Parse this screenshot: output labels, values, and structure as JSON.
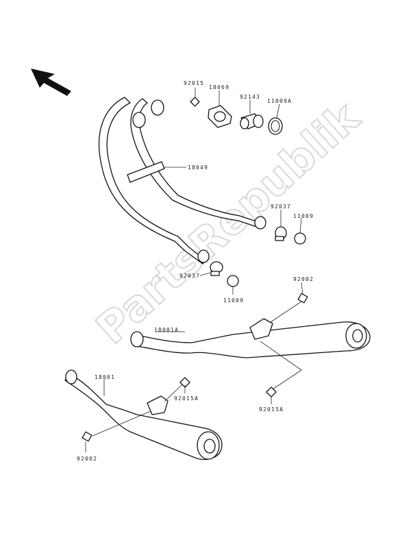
{
  "watermark": "PartsRepublik",
  "labels": {
    "p92015": "92015",
    "p18069": "18069",
    "p92143": "92143",
    "p11009a": "11009A",
    "p18049": "18049",
    "p92037_upper": "92037",
    "p11009_upper": "11009",
    "p92037_lower": "92037",
    "p11009_lower": "11009",
    "p92002_right": "92002",
    "p18001a": "18001A",
    "p18001": "18001",
    "p92015a_left": "92015A",
    "p92015a_right": "92015A",
    "p92002_left": "92002"
  },
  "icons": {
    "direction": "front-direction-arrow-icon"
  }
}
